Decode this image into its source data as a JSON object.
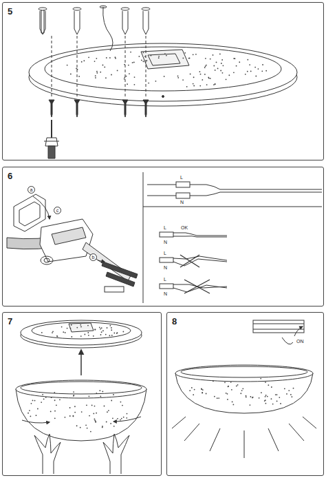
{
  "diagram": {
    "nodes": [
      {
        "text": [
          "5"
        ]
      },
      {
        "text": [
          "6"
        ]
      },
      {
        "text": [
          "7"
        ]
      },
      {
        "text": [
          "8"
        ]
      }
    ],
    "labels": [
      "a",
      "c",
      "b",
      "L",
      "N",
      "L",
      "OK",
      "N",
      "L",
      "N",
      "L",
      "N",
      "ON"
    ]
  }
}
